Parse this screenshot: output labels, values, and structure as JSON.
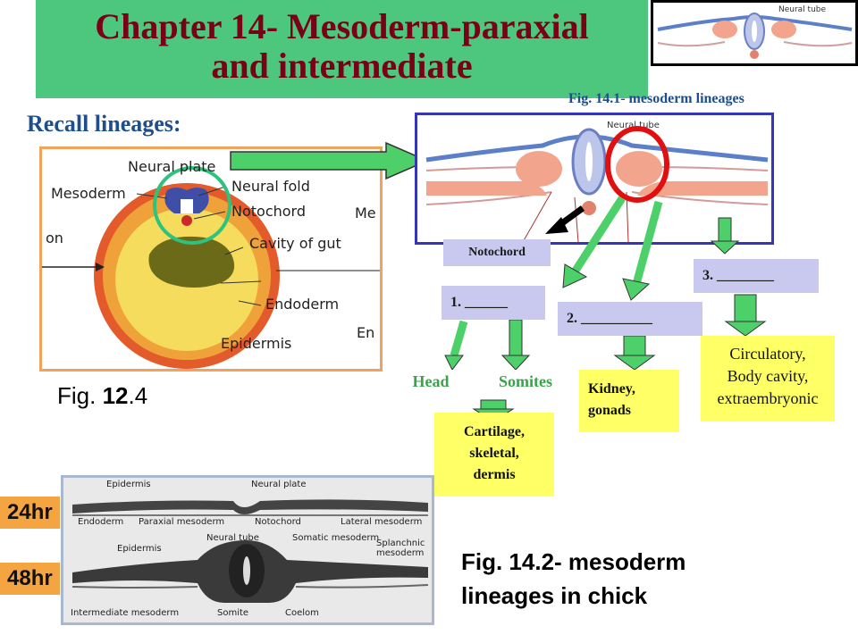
{
  "title": {
    "line1": "Chapter 14- Mesoderm-paraxial",
    "line2": "and intermediate"
  },
  "thumbnail": {
    "label": "Neural tube"
  },
  "fig_141_caption": "Fig. 14.1- mesoderm lineages",
  "recall": "Recall lineages:",
  "fig124_photo": {
    "labels": {
      "neural_plate": "Neural plate",
      "mesoderm": "Mesoderm",
      "neural_fold": "Neural fold",
      "notochord": "Notochord",
      "cavity_of_gut": "Cavity of gut",
      "endoderm": "Endoderm",
      "epidermis": "Epidermis",
      "me": "Me",
      "on": "on",
      "en": "En"
    }
  },
  "fig124_caption": {
    "prefix": "Fig. ",
    "number": "12",
    "suffix": ".4"
  },
  "fig141_diagram": {
    "neural_tube_label": "Neural tube"
  },
  "boxes": {
    "notochord": "Notochord",
    "blank1": "1. ______",
    "blank2": "2. __________",
    "blank3": "3. ________",
    "head": "Head",
    "somites": "Somites",
    "cartilage": [
      "Cartilage,",
      "skeletal,",
      "dermis"
    ],
    "kidney": [
      "Kidney,",
      "gonads"
    ],
    "circulatory": [
      "Circulatory,",
      "Body cavity,",
      "extraembryonic"
    ]
  },
  "badges": {
    "h24": "24hr",
    "h48": "48hr"
  },
  "fig142_photo": {
    "labels": {
      "epidermis_top": "Epidermis",
      "neural_plate": "Neural plate",
      "endoderm": "Endoderm",
      "paraxial": "Paraxial mesoderm",
      "notochord": "Notochord",
      "lateral": "Lateral mesoderm",
      "epidermis_bottom": "Epidermis",
      "neural_tube": "Neural tube",
      "somatic": "Somatic mesoderm",
      "splanchnic": "Splanchnic mesoderm",
      "intermediate": "Intermediate mesoderm",
      "somite": "Somite",
      "coelom": "Coelom"
    }
  },
  "fig142_caption": {
    "line1": "Fig. 14.2- mesoderm",
    "line2": "lineages in chick"
  },
  "colors": {
    "title_bg": "#4dc77e",
    "title_text": "#7a0016",
    "arrow_green": "#4dd06a",
    "highlight_red": "#e01010",
    "circle_teal": "#2ec27e",
    "box_lavender": "#c9c8ee",
    "box_yellow": "#ffff66",
    "badge_orange": "#f5a442"
  }
}
